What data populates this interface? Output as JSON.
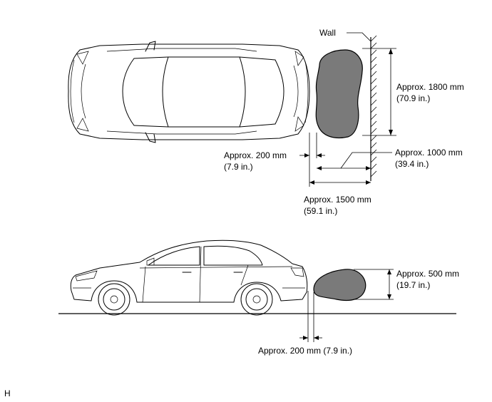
{
  "top_view": {
    "wall_label": "Wall",
    "height_label_mm": "Approx. 1800 mm",
    "height_label_in": "(70.9 in.)",
    "gap_label_mm": "Approx. 200 mm",
    "gap_label_in": "(7.9 in.)",
    "depth_label_mm": "Approx. 1000 mm",
    "depth_label_in": "(39.4 in.)",
    "total_label_mm": "Approx. 1500 mm",
    "total_label_in": "(59.1 in.)"
  },
  "side_view": {
    "height_label_mm": "Approx. 500 mm",
    "height_label_in": "(19.7 in.)",
    "gap_label": "Approx. 200 mm (7.9 in.)"
  },
  "figure_code": "H"
}
